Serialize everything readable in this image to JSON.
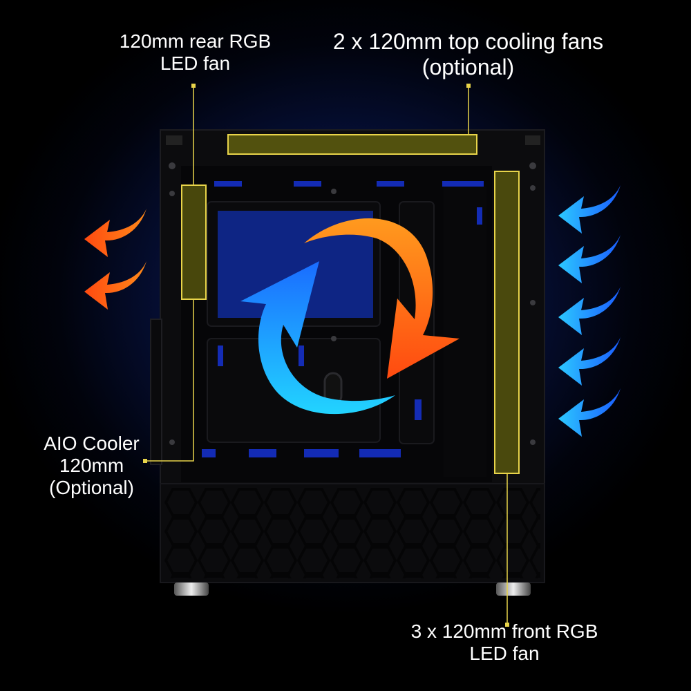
{
  "callouts": {
    "rear_fan": {
      "line1": "120mm rear RGB",
      "line2": "LED fan"
    },
    "top_fans": {
      "line1": "2 x 120mm top cooling fans",
      "line2": "(optional)"
    },
    "aio_cooler": {
      "line1": "AIO Cooler",
      "line2": "120mm",
      "line3": "(Optional)"
    },
    "front_fans": {
      "line1": "3 x 120mm front RGB",
      "line2": "LED fan"
    }
  },
  "airflow": {
    "intake_arrows": 5,
    "exhaust_arrows": 2,
    "intake_color": "#1e90ff",
    "exhaust_color": "#ff5a10"
  },
  "colors": {
    "callout_line": "#e8d44a",
    "fan_highlight": "#6b6a10",
    "background_glow": "#0b1f5e",
    "chassis": "#0c0c0e"
  }
}
